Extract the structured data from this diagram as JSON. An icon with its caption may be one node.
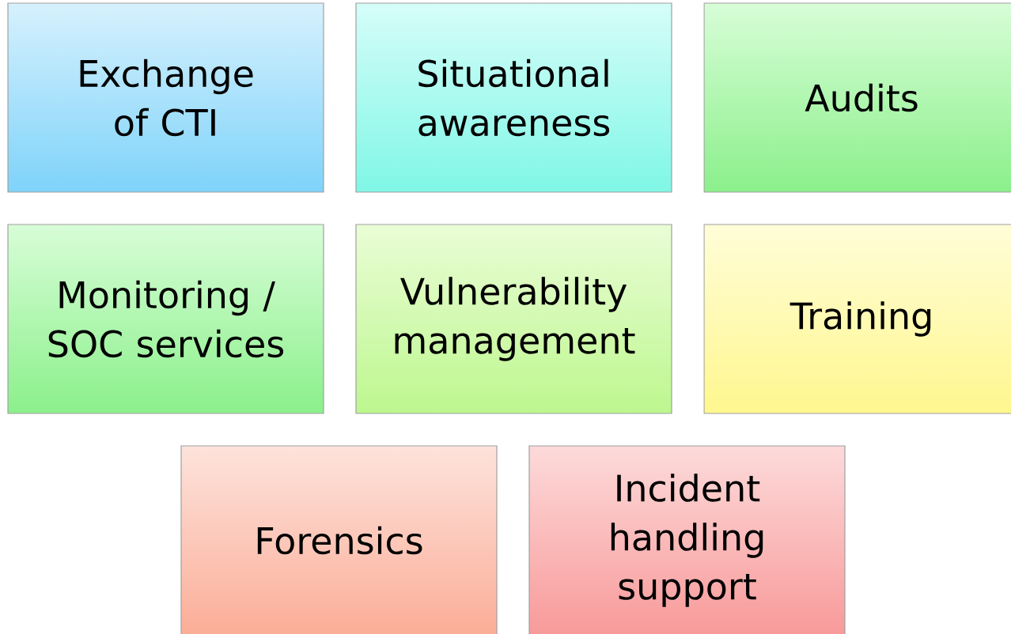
{
  "diagram": {
    "nodes": [
      {
        "text": [
          "Exchange of CTI"
        ]
      },
      {
        "text": [
          "Situational awareness"
        ]
      },
      {
        "text": [
          "Audits"
        ]
      },
      {
        "text": [
          "Monitoring / SOC services"
        ]
      },
      {
        "text": [
          "Vulnerability management"
        ]
      },
      {
        "text": [
          "Training"
        ]
      },
      {
        "text": [
          "Forensics"
        ]
      },
      {
        "text": [
          "Incident handling support"
        ]
      }
    ]
  }
}
